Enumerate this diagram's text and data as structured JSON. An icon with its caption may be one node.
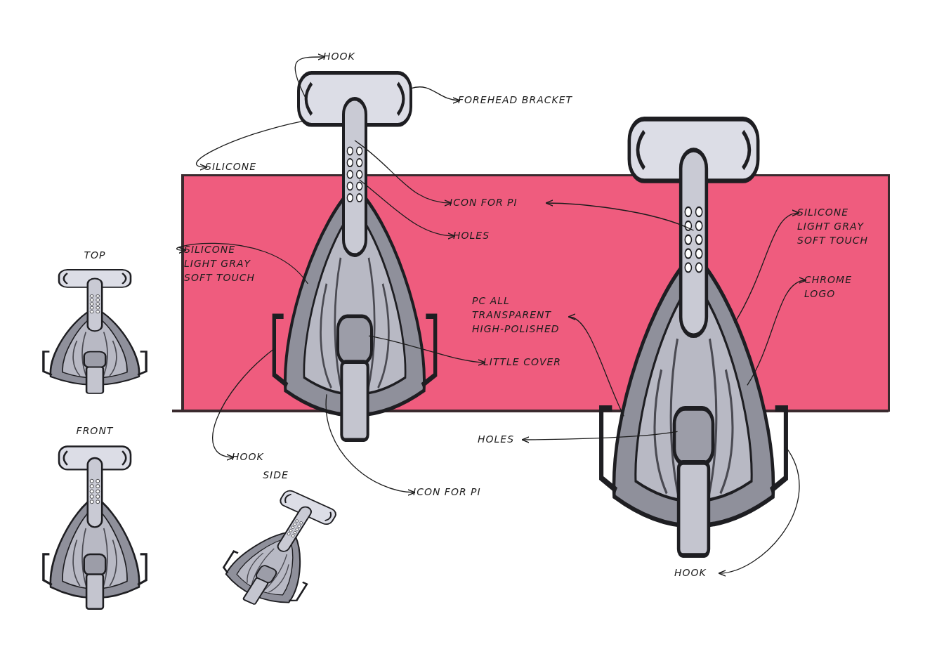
{
  "diagram": {
    "nodes": [
      {
        "text": [
          "HOOK"
        ]
      },
      {
        "text": [
          "FOREHEAD BRACKET"
        ]
      },
      {
        "text": [
          "SILICONE"
        ]
      },
      {
        "text": [
          "ICON FOR PI"
        ]
      },
      {
        "text": [
          "HOLES"
        ]
      },
      {
        "text": [
          "SILICONE LIGHT GRAY SOFT TOUCH"
        ]
      },
      {
        "text": [
          "PC ALL TRANSPARENT HIGH-POLISHED"
        ]
      },
      {
        "text": [
          "LITTLE COVER"
        ]
      },
      {
        "text": [
          "SILICONE LIGHT GRAY SOFT TOUCH"
        ]
      },
      {
        "text": [
          "CHROME LOGO"
        ]
      },
      {
        "text": [
          "HOLES"
        ]
      },
      {
        "text": [
          "HOOK"
        ]
      },
      {
        "text": [
          "ICON FOR PI"
        ]
      },
      {
        "text": [
          "HOOK"
        ]
      },
      {
        "text": [],
        "shape": "picture",
        "beside": [
          "TOP"
        ]
      },
      {
        "text": [],
        "shape": "picture",
        "beside": [
          "FRONT"
        ]
      },
      {
        "text": [],
        "shape": "picture",
        "beside": [
          "SIDE"
        ]
      },
      {
        "text": [],
        "shape": "picture"
      },
      {
        "text": [],
        "shape": "picture"
      }
    ],
    "edges": [
      {
        "from": 17,
        "to": 0,
        "arrow": "to"
      },
      {
        "from": 17,
        "to": 1,
        "arrow": "to"
      },
      {
        "from": 17,
        "to": 2,
        "arrow": "to"
      },
      {
        "from": 17,
        "to": 3,
        "arrow": "to"
      },
      {
        "from": 18,
        "to": 3,
        "arrow": "to"
      },
      {
        "from": 17,
        "to": 4,
        "arrow": "to"
      },
      {
        "from": 17,
        "to": 5,
        "arrow": "to"
      },
      {
        "from": 18,
        "to": 6,
        "arrow": "to"
      },
      {
        "from": 17,
        "to": 7,
        "arrow": "to"
      },
      {
        "from": 18,
        "to": 8,
        "arrow": "to"
      },
      {
        "from": 18,
        "to": 9,
        "arrow": "to"
      },
      {
        "from": 18,
        "to": 10,
        "arrow": "to"
      },
      {
        "from": 17,
        "to": 11,
        "arrow": "to"
      },
      {
        "from": 17,
        "to": 12,
        "arrow": "to"
      },
      {
        "from": 18,
        "to": 13,
        "arrow": "to"
      }
    ]
  }
}
